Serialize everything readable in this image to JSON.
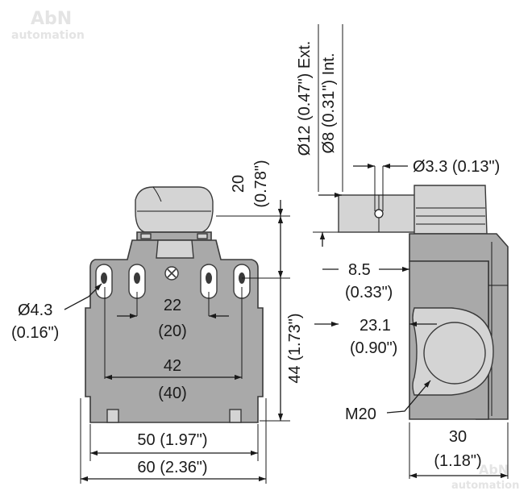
{
  "watermark": {
    "brand": "AbN",
    "sub": "automation"
  },
  "front_view": {
    "hole_dia": "Ø4.3",
    "hole_dia_in": "(0.16\")",
    "inner_pitch": "22",
    "inner_pitch_alt": "(20)",
    "outer_pitch": "42",
    "outer_pitch_alt": "(40)",
    "width_inner": "50 (1.97\")",
    "width_outer": "60 (2.36\")",
    "head_height": "20",
    "head_height_in": "(0.78\")",
    "total_height": "44 (1.73\")"
  },
  "side_view": {
    "ext_dia": "Ø12 (0.47\") Ext.",
    "int_dia": "Ø8 (0.31\") Int.",
    "pin_dia": "Ø3.3 (0.13\")",
    "offset": "8.5",
    "offset_in": "(0.33\")",
    "axis": "23.1",
    "axis_in": "(0.90\")",
    "thread": "M20",
    "depth": "30",
    "depth_in": "(1.18\")"
  }
}
